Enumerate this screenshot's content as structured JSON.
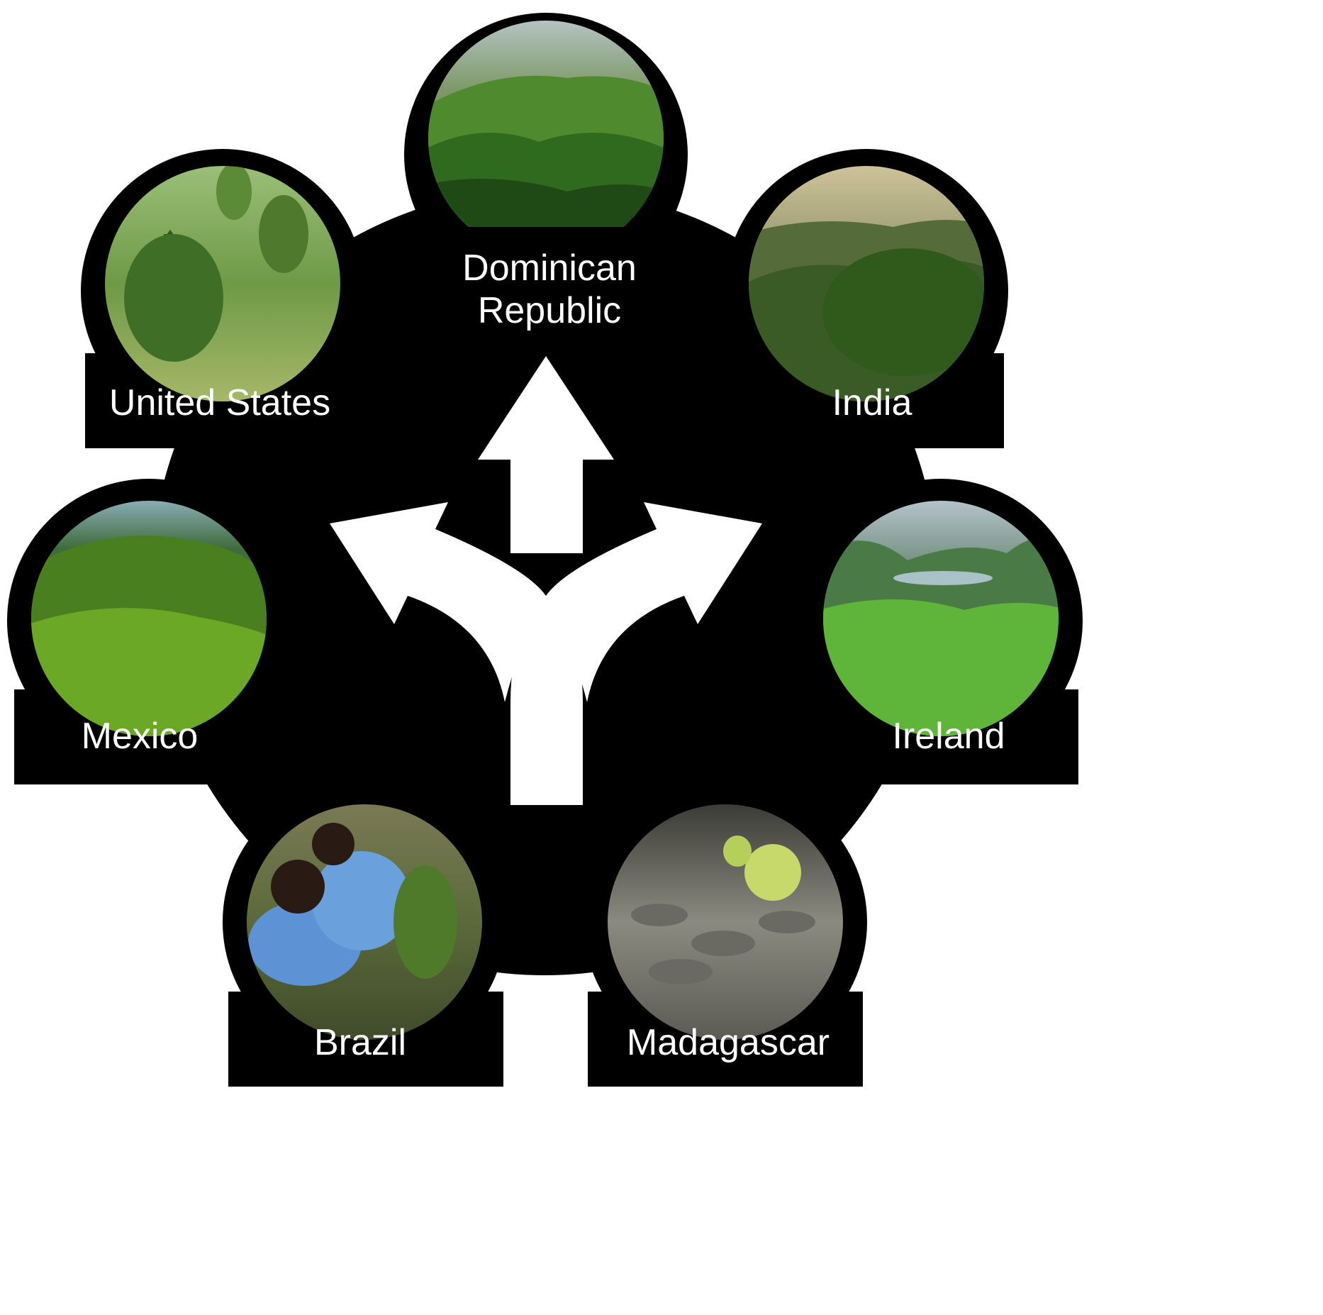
{
  "colors": {
    "background": "#ffffff",
    "hub": "#000000",
    "label_text": "#ffffff",
    "arrow": "#ffffff"
  },
  "hub": {
    "icon": "three-way-split-arrows-icon"
  },
  "locations": [
    {
      "id": "dominican-republic",
      "label_lines": [
        "Dominican",
        "Republic"
      ],
      "photo": "green-rolling-hills-with-palms"
    },
    {
      "id": "united-states",
      "label_lines": [
        "United States"
      ],
      "photo": "young-pine-seedling-in-meadow"
    },
    {
      "id": "india",
      "label_lines": [
        "India"
      ],
      "photo": "misty-mountain-valley-with-trees"
    },
    {
      "id": "mexico",
      "label_lines": [
        "Mexico"
      ],
      "photo": "dense-forested-hillside"
    },
    {
      "id": "ireland",
      "label_lines": [
        "Ireland"
      ],
      "photo": "green-valley-with-lake"
    },
    {
      "id": "brazil",
      "label_lines": [
        "Brazil"
      ],
      "photo": "people-planting-saplings"
    },
    {
      "id": "madagascar",
      "label_lines": [
        "Madagascar"
      ],
      "photo": "seedlings-in-nursery-bags"
    }
  ]
}
